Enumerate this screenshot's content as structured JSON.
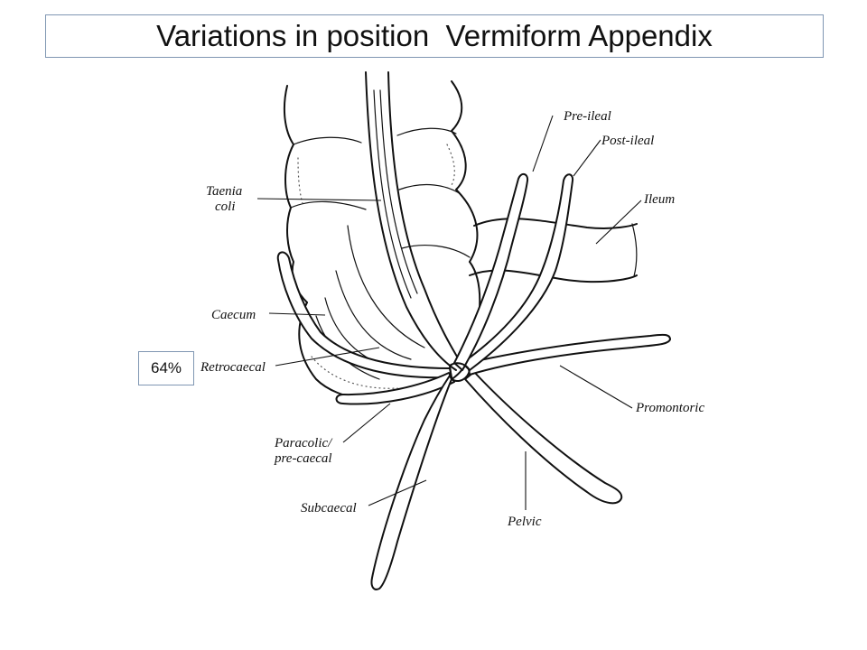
{
  "title": "Variations in position  Vermiform Appendix",
  "percent_box": "64%",
  "labels": {
    "taenia_line1": "Taenia",
    "taenia_line2": "coli",
    "caecum": "Caecum",
    "retrocaecal": "Retrocaecal",
    "paracolic_line1": "Paracolic/",
    "paracolic_line2": "pre-caecal",
    "subcaecal": "Subcaecal",
    "pre_ileal": "Pre-ileal",
    "post_ileal": "Post-ileal",
    "ileum": "Ileum",
    "promontoric": "Promontoric",
    "pelvic": "Pelvic"
  }
}
